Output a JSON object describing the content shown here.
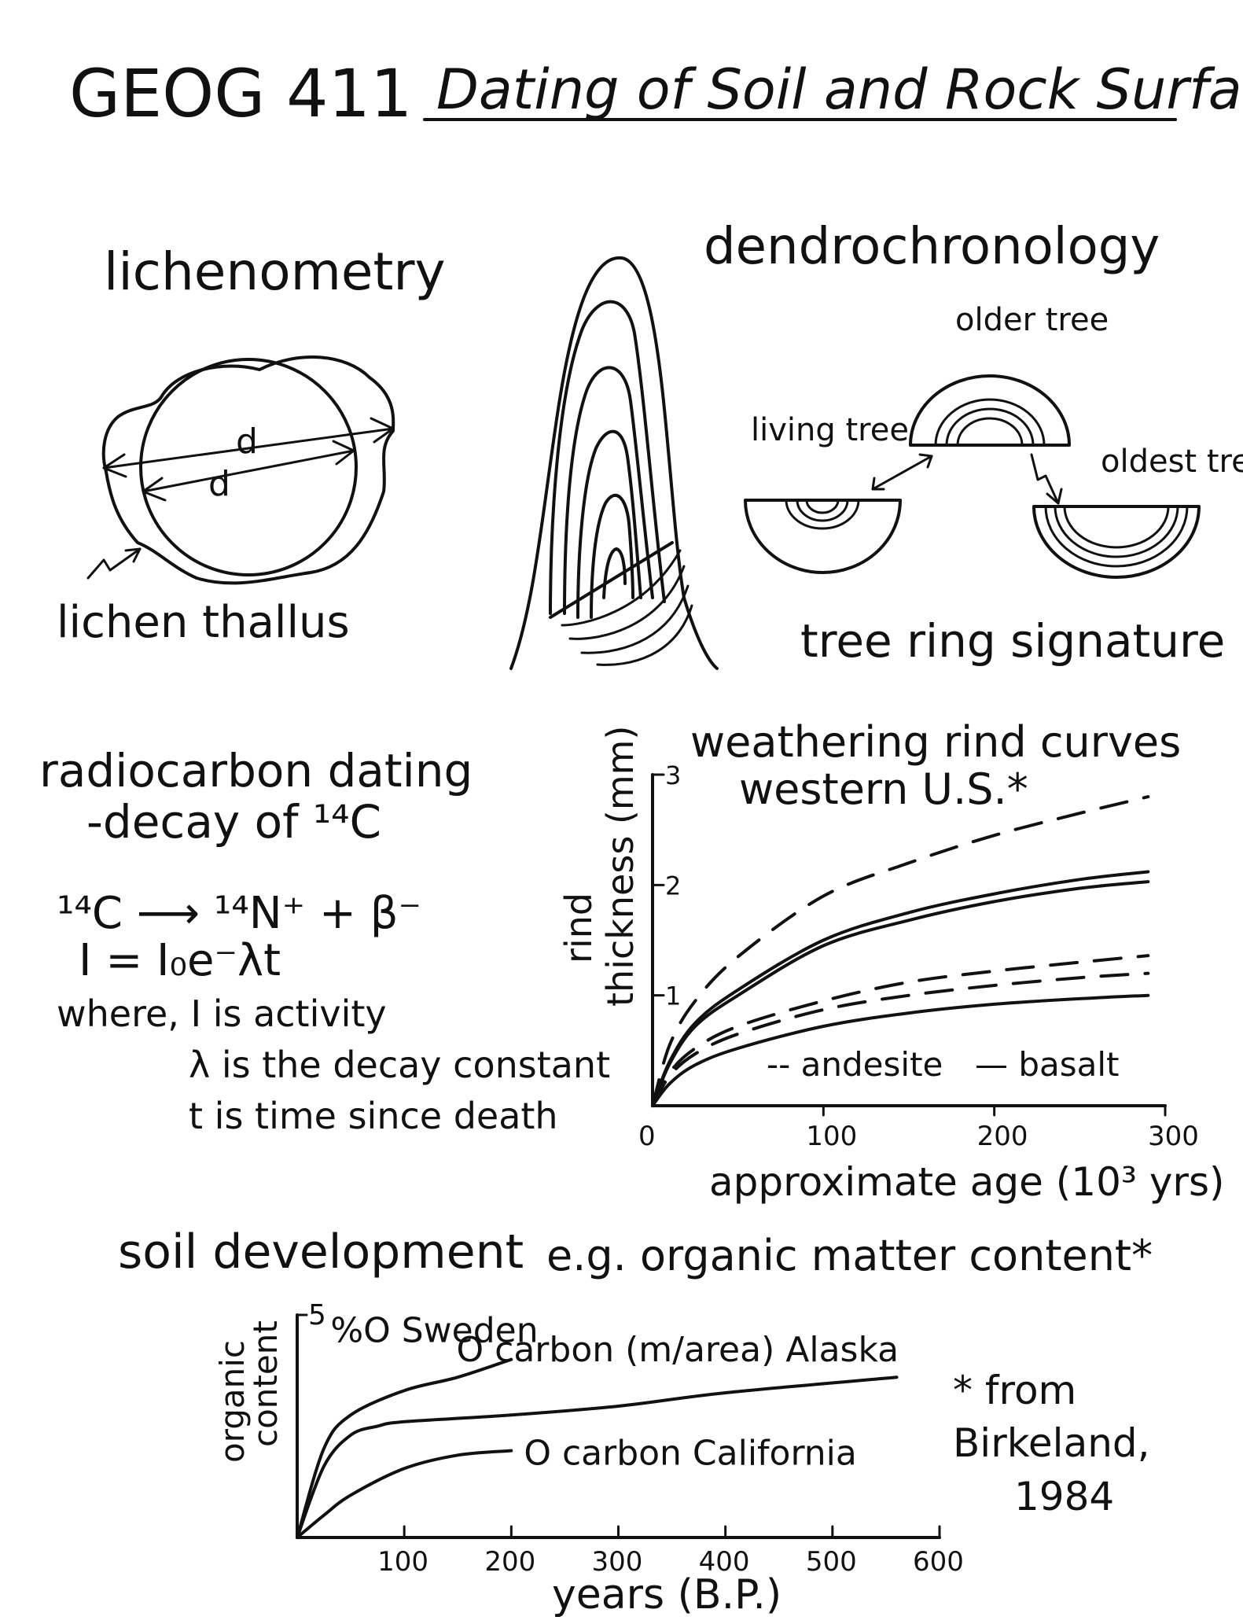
{
  "header": {
    "course": "GEOG 411",
    "title": "Dating of Soil and Rock Surfaces"
  },
  "lichenometry": {
    "heading": "lichenometry",
    "outer_diameter_label": "d",
    "inner_diameter_label": "d",
    "thallus_label": "lichen thallus"
  },
  "dendrochronology": {
    "heading": "dendrochronology",
    "living_tree_label": "living tree",
    "older_tree_label": "older tree",
    "oldest_tree_label": "oldest tree",
    "signature_label": "tree ring signature"
  },
  "radiocarbon": {
    "heading_line1": "radiocarbon dating",
    "heading_line2": "-decay of ¹⁴C",
    "reaction": "¹⁴C ⟶ ¹⁴N⁺ + β⁻",
    "equation": "I = I₀e⁻λt",
    "where_line1": "where, I is activity",
    "where_line2": "λ is the decay constant",
    "where_line3": "t is time since death"
  },
  "footnote": {
    "line1": "* from",
    "line2": "Birkeland,",
    "line3": "1984"
  },
  "chart_data": [
    {
      "type": "line",
      "title": "weathering rind curves",
      "subtitle": "western U.S.*",
      "xlabel": "approximate age (10³ yrs)",
      "ylabel_line1": "rind",
      "ylabel_line2": "thickness (mm)",
      "xlim": [
        0,
        300
      ],
      "ylim": [
        0,
        3
      ],
      "xticks": [
        "0",
        "100",
        "200",
        "300"
      ],
      "yticks": [
        "1",
        "2",
        "3"
      ],
      "legend": {
        "andesite": "-- andesite",
        "basalt": "— basalt"
      },
      "series": [
        {
          "style": "dashed",
          "x": [
            0,
            10,
            25,
            50,
            100,
            150,
            200,
            250,
            290
          ],
          "y": [
            0,
            0.55,
            0.95,
            1.35,
            1.9,
            2.2,
            2.45,
            2.65,
            2.8
          ]
        },
        {
          "style": "solid",
          "x": [
            0,
            10,
            25,
            50,
            100,
            150,
            200,
            250,
            290
          ],
          "y": [
            0,
            0.4,
            0.75,
            1.05,
            1.5,
            1.75,
            1.92,
            2.05,
            2.12
          ]
        },
        {
          "style": "solid",
          "x": [
            0,
            10,
            25,
            50,
            100,
            150,
            200,
            250,
            290
          ],
          "y": [
            0,
            0.38,
            0.72,
            1.0,
            1.45,
            1.68,
            1.85,
            1.97,
            2.03
          ]
        },
        {
          "style": "dashed",
          "x": [
            0,
            10,
            25,
            50,
            100,
            150,
            200,
            250,
            290
          ],
          "y": [
            0,
            0.3,
            0.52,
            0.72,
            0.95,
            1.12,
            1.22,
            1.3,
            1.36
          ]
        },
        {
          "style": "dashed",
          "x": [
            0,
            10,
            25,
            50,
            100,
            150,
            200,
            250,
            290
          ],
          "y": [
            0,
            0.27,
            0.47,
            0.65,
            0.87,
            1.0,
            1.09,
            1.16,
            1.2
          ]
        },
        {
          "style": "solid",
          "x": [
            0,
            10,
            25,
            50,
            100,
            150,
            200,
            250,
            290
          ],
          "y": [
            0,
            0.2,
            0.37,
            0.52,
            0.72,
            0.84,
            0.92,
            0.97,
            1.0
          ]
        }
      ]
    },
    {
      "type": "line",
      "title": "soil development",
      "subtitle": "e.g. organic matter content*",
      "xlabel": "years (B.P.)",
      "ylabel_line1": "organic",
      "ylabel_line2": "content",
      "xlim": [
        0,
        600
      ],
      "ylim": [
        0,
        5
      ],
      "xticks": [
        "100",
        "200",
        "300",
        "400",
        "500",
        "600"
      ],
      "yticks": [
        "5"
      ],
      "series": [
        {
          "name": "%O Sweden",
          "x": [
            0,
            25,
            50,
            100,
            150,
            200
          ],
          "y": [
            0,
            2.0,
            2.75,
            3.3,
            3.6,
            4.0
          ]
        },
        {
          "name": "O carbon (m/area) Alaska",
          "x": [
            0,
            25,
            50,
            75,
            100,
            200,
            300,
            400,
            560
          ],
          "y": [
            0,
            1.6,
            2.3,
            2.5,
            2.6,
            2.75,
            2.95,
            3.25,
            3.6
          ]
        },
        {
          "name": "O carbon California",
          "x": [
            0,
            25,
            50,
            100,
            150,
            200
          ],
          "y": [
            0,
            0.5,
            0.95,
            1.55,
            1.85,
            1.95
          ]
        }
      ]
    }
  ]
}
